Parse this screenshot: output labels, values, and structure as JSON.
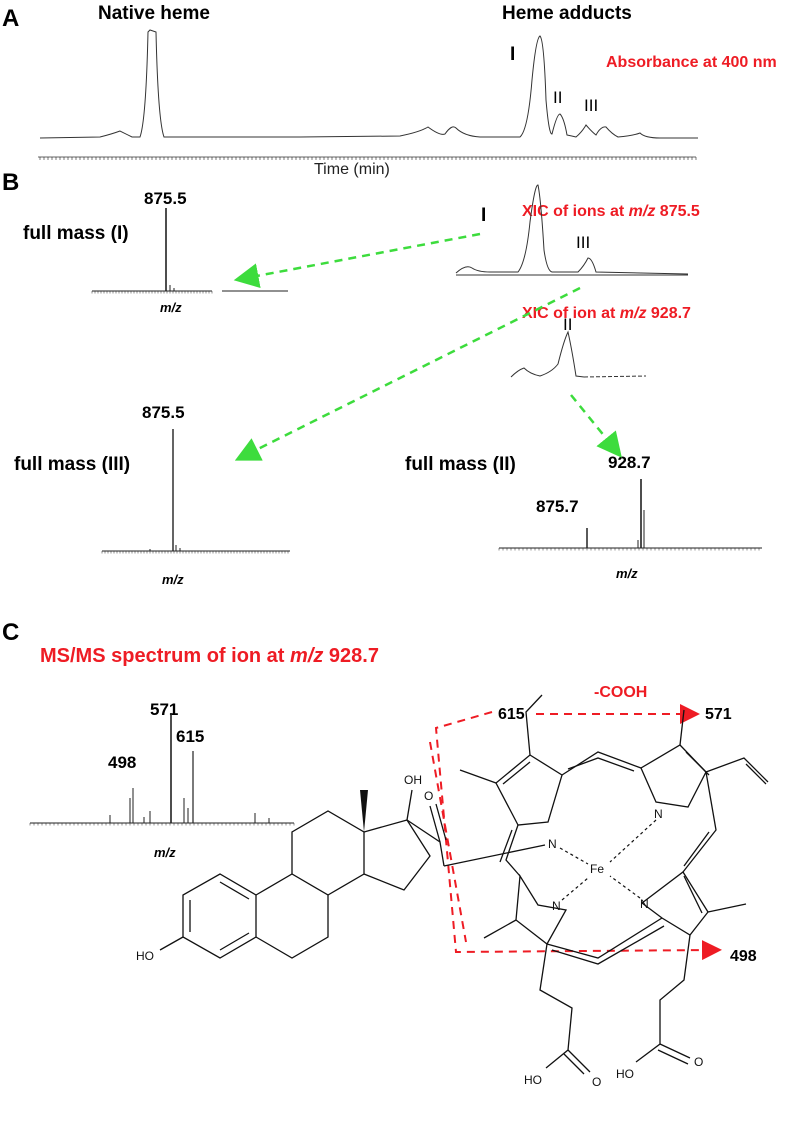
{
  "panelA": {
    "letter": "A",
    "native_heme_label": "Native heme",
    "heme_adducts_label": "Heme adducts",
    "peak_I": "I",
    "peak_II": "II",
    "peak_III": "III",
    "absorbance_label": "Absorbance at 400 nm",
    "x_axis_title": "Time (min)"
  },
  "panelB": {
    "letter": "B",
    "xic1_prefix": "XIC of ions at ",
    "xic1_mz": "m/z",
    "xic1_value": " 875.5",
    "xic2_prefix": "XIC of ion at ",
    "xic2_mz": "m/z",
    "xic2_value": "  928.7",
    "xic1_peak_I": "I",
    "xic1_peak_III": "III",
    "xic2_peak_II": "II",
    "fullmass_I_label": "full mass (I)",
    "fullmass_I_value": "875.5",
    "fullmass_I_axis": "m/z",
    "fullmass_III_label": "full mass (III)",
    "fullmass_III_value": "875.5",
    "fullmass_III_axis": "m/z",
    "fullmass_II_label": "full mass (II)",
    "fullmass_II_value_main": "928.7",
    "fullmass_II_value_minor": "875.7",
    "fullmass_II_axis": "m/z"
  },
  "panelC": {
    "letter": "C",
    "title_prefix": "MS/MS spectrum of ion at ",
    "title_mz": "m/z",
    "title_value": " 928.7",
    "peak_571": "571",
    "peak_615": "615",
    "peak_498": "498",
    "axis": "m/z",
    "frag_615": "615",
    "frag_571": "571",
    "frag_498": "498",
    "loss_label": "-COOH",
    "atom_OH": "OH",
    "atom_O": "O",
    "atom_HO": "HO",
    "atom_N1": "N",
    "atom_N2": "N",
    "atom_N3": "N",
    "atom_N4": "N",
    "atom_Fe": "Fe",
    "acid1_HO": "HO",
    "acid1_O": "O",
    "acid2_HO": "HO",
    "acid2_O": "O"
  },
  "colors": {
    "red": "#ee1c24",
    "green": "#3ddc3d",
    "trace": "#333333"
  }
}
